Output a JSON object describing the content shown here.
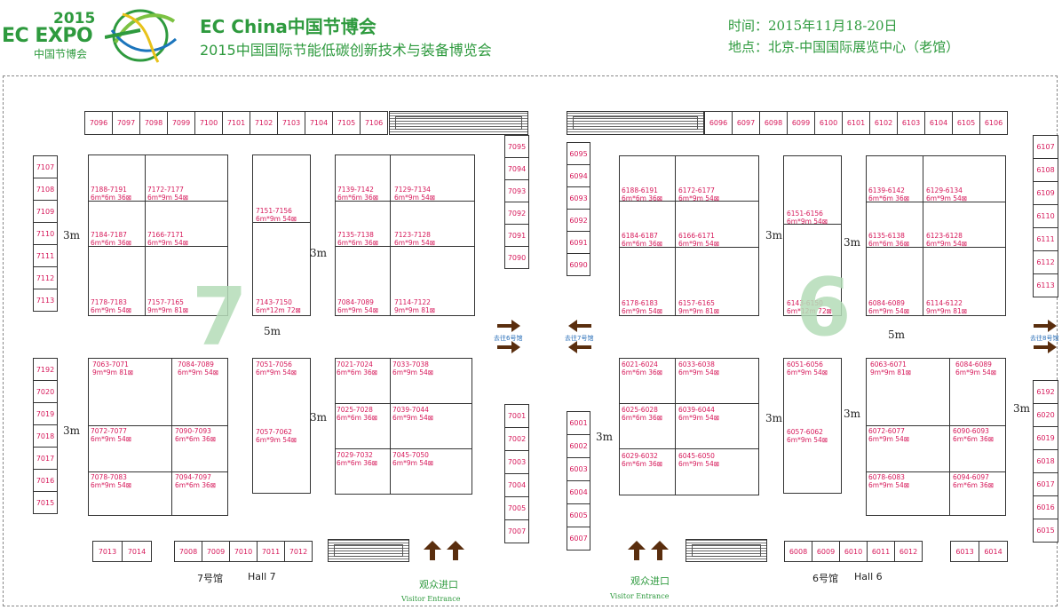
{
  "header": {
    "logo_year": "2015",
    "logo_name": "EC EXPO",
    "logo_cn": "中国节博会",
    "title_en": "EC China中国节博会",
    "title_cn": "2015中国国际节能低碳创新技术与装备博览会",
    "time": "时间：2015年11月18-20日",
    "place": "地点：北京-中国国际展览中心（老馆）"
  },
  "colors": {
    "green": "#2e9a3e",
    "booth_text": "#d6195a",
    "watermark": "#b5dcb8",
    "link_text": "#2a6fb8"
  },
  "hall7": {
    "watermark": "7",
    "name_cn": "7号馆",
    "name_en": "Hall 7",
    "top_row": [
      "7096",
      "7097",
      "7098",
      "7099",
      "7100",
      "7101",
      "7102",
      "7103",
      "7104",
      "7105",
      "7106"
    ],
    "left_col_top": [
      "7107",
      "7108",
      "7109",
      "7110",
      "7111",
      "7112",
      "7113"
    ],
    "left_col_bottom": [
      "7192",
      "7020",
      "7019",
      "7018",
      "7017",
      "7016",
      "7015"
    ],
    "right_col_top": [
      "7095",
      "7094",
      "7093",
      "7092",
      "7091",
      "7090"
    ],
    "right_col_bottom": [
      "7001",
      "7002",
      "7003",
      "7004",
      "7005",
      "7007"
    ],
    "bottom_row_a": [
      "7013",
      "7014"
    ],
    "bottom_row_b": [
      "7008",
      "7009",
      "7010",
      "7011",
      "7012"
    ],
    "blockA": [
      {
        "num": "7188-7191",
        "spec": "6m*6m  36⊠"
      },
      {
        "num": "7172-7177",
        "spec": "6m*9m  54⊠"
      },
      {
        "num": "7184-7187",
        "spec": "6m*6m  36⊠"
      },
      {
        "num": "7166-7171",
        "spec": "6m*9m  54⊠"
      },
      {
        "num": "7178-7183",
        "spec": "6m*9m  54⊠"
      },
      {
        "num": "7157-7165",
        "spec": "9m*9m  81⊠"
      }
    ],
    "blockB": [
      {
        "num": "7151-7156",
        "spec": "6m*9m  54⊠"
      },
      {
        "num": "7143-7150",
        "spec": "6m*12m  72⊠"
      }
    ],
    "blockC": [
      {
        "num": "7139-7142",
        "spec": "6m*6m  36⊠"
      },
      {
        "num": "7129-7134",
        "spec": "6m*9m  54⊠"
      },
      {
        "num": "7135-7138",
        "spec": "6m*6m  36⊠"
      },
      {
        "num": "7123-7128",
        "spec": "6m*9m  54⊠"
      },
      {
        "num": "7084-7089",
        "spec": "6m*9m  54⊠"
      },
      {
        "num": "7114-7122",
        "spec": "9m*9m  81⊠"
      }
    ],
    "blockD": [
      {
        "num": "7063-7071",
        "spec": "9m*9m  81⊠"
      },
      {
        "num": "7084-7089",
        "spec": "6m*9m  54⊠"
      },
      {
        "num": "7072-7077",
        "spec": "6m*9m  54⊠"
      },
      {
        "num": "7090-7093",
        "spec": "6m*6m  36⊠"
      },
      {
        "num": "7078-7083",
        "spec": "6m*9m  54⊠"
      },
      {
        "num": "7094-7097",
        "spec": "6m*6m  36⊠"
      }
    ],
    "blockE": [
      {
        "num": "7051-7056",
        "spec": "6m*9m  54⊠"
      },
      {
        "num": "7057-7062",
        "spec": "6m*9m  54⊠"
      }
    ],
    "blockF": [
      {
        "num": "7021-7024",
        "spec": "6m*6m  36⊠"
      },
      {
        "num": "7033-7038",
        "spec": "6m*9m  54⊠"
      },
      {
        "num": "7025-7028",
        "spec": "6m*6m  36⊠"
      },
      {
        "num": "7039-7044",
        "spec": "6m*9m  54⊠"
      },
      {
        "num": "7029-7032",
        "spec": "6m*6m  36⊠"
      },
      {
        "num": "7045-7050",
        "spec": "6m*9m  54⊠"
      }
    ]
  },
  "hall6": {
    "watermark": "6",
    "name_cn": "6号馆",
    "name_en": "Hall 6",
    "top_row": [
      "6096",
      "6097",
      "6098",
      "6099",
      "6100",
      "6101",
      "6102",
      "6103",
      "6104",
      "6105",
      "6106"
    ],
    "left_col_top": [
      "6095",
      "6094",
      "6093",
      "6092",
      "6091",
      "6090"
    ],
    "left_col_bottom": [
      "6001",
      "6002",
      "6003",
      "6004",
      "6005",
      "6007"
    ],
    "right_col_top": [
      "6107",
      "6108",
      "6109",
      "6110",
      "6111",
      "6112",
      "6113"
    ],
    "right_col_bottom": [
      "6192",
      "6020",
      "6019",
      "6018",
      "6017",
      "6016",
      "6015"
    ],
    "bottom_row_a": [
      "6008",
      "6009",
      "6010",
      "6011",
      "6012"
    ],
    "bottom_row_b": [
      "6013",
      "6014"
    ],
    "blockA": [
      {
        "num": "6188-6191",
        "spec": "6m*6m  36⊠"
      },
      {
        "num": "6172-6177",
        "spec": "6m*9m  54⊠"
      },
      {
        "num": "6184-6187",
        "spec": "6m*6m  36⊠"
      },
      {
        "num": "6166-6171",
        "spec": "6m*9m  54⊠"
      },
      {
        "num": "6178-6183",
        "spec": "6m*9m  54⊠"
      },
      {
        "num": "6157-6165",
        "spec": "9m*9m  81⊠"
      }
    ],
    "blockB": [
      {
        "num": "6151-6156",
        "spec": "6m*9m  54⊠"
      },
      {
        "num": "6143-6150",
        "spec": "6m*12m  72⊠"
      }
    ],
    "blockC": [
      {
        "num": "6139-6142",
        "spec": "6m*6m  36⊠"
      },
      {
        "num": "6129-6134",
        "spec": "6m*9m  54⊠"
      },
      {
        "num": "6135-6138",
        "spec": "6m*6m  36⊠"
      },
      {
        "num": "6123-6128",
        "spec": "6m*9m  54⊠"
      },
      {
        "num": "6084-6089",
        "spec": "6m*9m  54⊠"
      },
      {
        "num": "6114-6122",
        "spec": "9m*9m  81⊠"
      }
    ],
    "blockD": [
      {
        "num": "6021-6024",
        "spec": "6m*6m  36⊠"
      },
      {
        "num": "6033-6038",
        "spec": "6m*9m  54⊠"
      },
      {
        "num": "6025-6028",
        "spec": "6m*6m  36⊠"
      },
      {
        "num": "6039-6044",
        "spec": "6m*9m  54⊠"
      },
      {
        "num": "6029-6032",
        "spec": "6m*6m  36⊠"
      },
      {
        "num": "6045-6050",
        "spec": "6m*9m  54⊠"
      }
    ],
    "blockE": [
      {
        "num": "6051-6056",
        "spec": "6m*9m  54⊠"
      },
      {
        "num": "6057-6062",
        "spec": "6m*9m  54⊠"
      }
    ],
    "blockF": [
      {
        "num": "6063-6071",
        "spec": "9m*9m  81⊠"
      },
      {
        "num": "6084-6089",
        "spec": "6m*9m  54⊠"
      },
      {
        "num": "6072-6077",
        "spec": "6m*9m  54⊠"
      },
      {
        "num": "6090-6093",
        "spec": "6m*6m  36⊠"
      },
      {
        "num": "6078-6083",
        "spec": "6m*9m  54⊠"
      },
      {
        "num": "6094-6097",
        "spec": "6m*6m  36⊠"
      }
    ]
  },
  "aisles": {
    "three_m": "3m",
    "five_m": "5m"
  },
  "links": {
    "to_hall6": "去往6号馆",
    "to_hall7": "去往7号馆",
    "to_hall8": "去往8号馆"
  },
  "entrance": {
    "cn": "观众进口",
    "en": "Visitor Entrance"
  }
}
